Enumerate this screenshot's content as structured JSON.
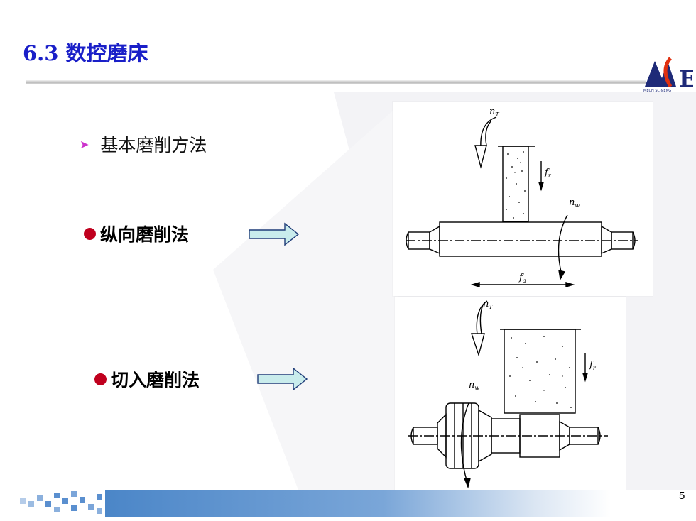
{
  "slide": {
    "title": "6.3  数控磨床",
    "page_number": "5"
  },
  "content": {
    "bullet_heading": "基本磨削方法",
    "methods": [
      {
        "label": "纵向磨削法"
      },
      {
        "label": "切入磨削法"
      }
    ]
  },
  "figures": {
    "longitudinal": {
      "labels": {
        "nT": "n",
        "nT_sub": "T",
        "fr": "f",
        "fr_sub": "r",
        "nw": "n",
        "nw_sub": "w",
        "fa": "f",
        "fa_sub": "a"
      }
    },
    "plunge": {
      "labels": {
        "nT": "n",
        "nT_sub": "T",
        "fr": "f",
        "fr_sub": "r",
        "nw": "n",
        "nw_sub": "w"
      }
    }
  },
  "logo": {
    "caption": "MECH SCI&ENG"
  },
  "colors": {
    "title": "#1a1fc8",
    "bullet_dot": "#c0001e",
    "arrow_fill": "#c9ecec",
    "footer_blue": "#4b86c8"
  }
}
